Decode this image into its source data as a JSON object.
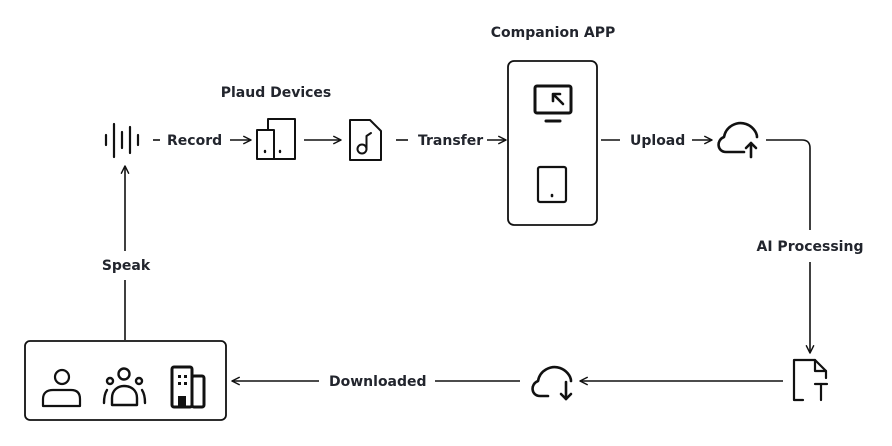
{
  "diagram": {
    "nodes": {
      "audio": {
        "icon": "audio-waveform-icon"
      },
      "plaud_devices": {
        "title": "Plaud Devices",
        "icon": "devices-icon"
      },
      "audio_file": {
        "icon": "audio-file-icon"
      },
      "companion_app": {
        "title": "Companion APP",
        "icons": [
          "desktop-icon",
          "tablet-icon"
        ]
      },
      "cloud_upload": {
        "icon": "cloud-upload-icon"
      },
      "transcript": {
        "icon": "text-document-icon"
      },
      "cloud_download": {
        "icon": "cloud-download-icon"
      },
      "users": {
        "icons": [
          "person-icon",
          "group-icon",
          "building-icon"
        ]
      }
    },
    "edges": {
      "record": "Record",
      "transfer": "Transfer",
      "upload": "Upload",
      "ai_processing": "AI Processing",
      "downloaded": "Downloaded",
      "speak": "Speak"
    },
    "colors": {
      "line": "#111111",
      "text": "#22252d",
      "background": "#ffffff"
    }
  }
}
